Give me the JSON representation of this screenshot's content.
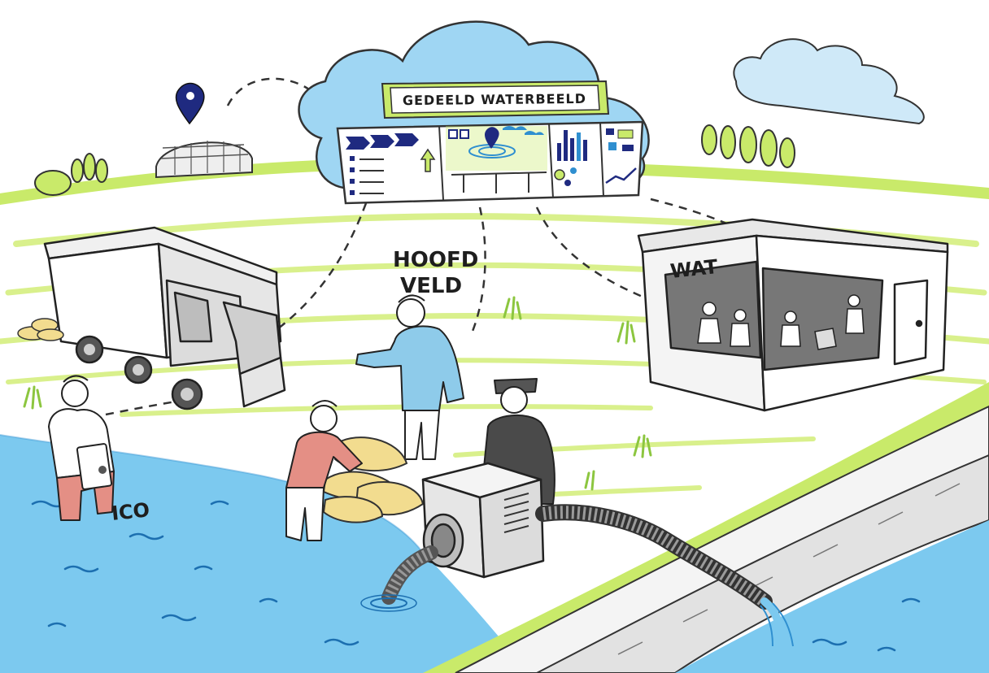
{
  "labels": {
    "banner": "GEDEELD WATERBEELD",
    "hq_line1": "HOOFD",
    "hq_line2": "VELD",
    "wat": "WAT",
    "ico": "ICO"
  },
  "colors": {
    "water": "#7cc9ef",
    "water_dark": "#2f8fd0",
    "grass": "#c9ea6a",
    "grass_dark": "#8cc63f",
    "cloud": "#9fd6f3",
    "navy": "#1f2a80",
    "sandbag": "#f2dc8f",
    "shirt_red": "#e48f85",
    "jacket_blue": "#8ecbea",
    "dark_coat": "#4a4a4a"
  },
  "icons": [
    "location-pin-icon",
    "location-pin-icon"
  ]
}
